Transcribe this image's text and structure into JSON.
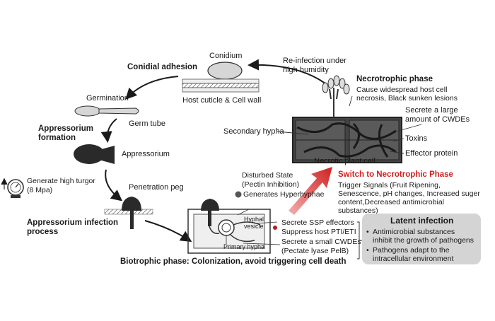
{
  "labels": {
    "conidium": "Conidium",
    "host_cuticle": "Host cuticle & Cell wall",
    "conidial_adhesion": "Conidial adhesion",
    "reinfection": [
      "Re-infection under",
      "high humidity"
    ],
    "germination": "Germination",
    "germ_tube": "Germ tube",
    "appressorium_formation": [
      "Appressorium",
      "formation"
    ],
    "appressorium": "Appressorium",
    "turgor": [
      "Generate high turgor",
      "(8 Mpa)"
    ],
    "penetration_peg": "Penetration peg",
    "infection_process": [
      "Appressorium infection",
      "process"
    ],
    "necrotrophic_phase": "Necrotrophic phase",
    "necro_desc": [
      "Cause widespread host cell",
      "necrosis, Black sunken lesions"
    ],
    "secondary_hypha": "Secondary hypha",
    "cwde": [
      "Secrete a large",
      "amount of CWDEs"
    ],
    "toxins": "Toxins",
    "effector": "Effector protein",
    "necrotic_cell": "Necrotic plant cell",
    "disturbed": [
      "Disturbed State",
      "(Pectin Inhibition)"
    ],
    "hyperhyphae": "Generates Hyperhyphae",
    "switch": "Switch to Necrotrophic Phase",
    "trigger": [
      "Trigger Signals (Fruit Ripening,",
      "Senescence, pH changes, Increased suger",
      "content,Decreased antimicrobial",
      "substances)"
    ],
    "hyphal_vesicle": [
      "Hyphal",
      "vesicle"
    ],
    "primary_hypha": "Primary hypha",
    "ssp": "Secrete SSP effectors",
    "suppress": "Suppress host PTI/ETI",
    "small_cwde": [
      "Secrete a small CWDEs",
      "(Pectate lyase PelB)"
    ],
    "biotrophic": "Biotrophic phase: Colonization, avoid triggering cell death",
    "latent_title": "Latent infection",
    "latent_items": [
      [
        "Antimicrobial substances",
        "inhibit the growth of pathogens"
      ],
      [
        "Pathogens adapt to the",
        "intracellular environment"
      ]
    ],
    "bullet": "•"
  },
  "colors": {
    "accent": "#d12020",
    "fungus": "#2a2a2a",
    "box": "#d4d4d4"
  }
}
